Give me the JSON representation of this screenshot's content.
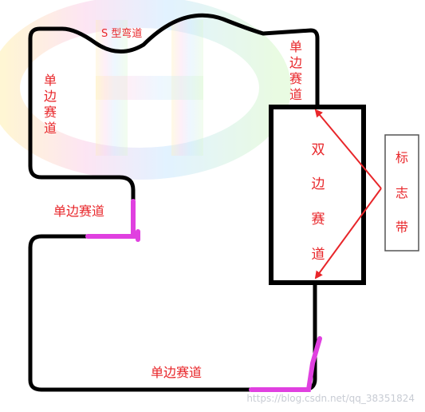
{
  "labels": {
    "s_curve": "S 型弯道",
    "single_top_right": [
      "单",
      "边",
      "赛",
      "道"
    ],
    "single_left": [
      "单",
      "边",
      "赛",
      "道"
    ],
    "single_mid": "单边赛道",
    "single_bottom": "单边赛道",
    "double_track": [
      "双",
      "边",
      "赛",
      "道"
    ],
    "marker_band": [
      "标",
      "志",
      "带"
    ]
  },
  "watermark": "https://blog.csdn.net/qq_38351824",
  "colors": {
    "track": "#000000",
    "label": "#e8262a",
    "arrow": "#e8262a",
    "marker_strip": "#e040e0",
    "box_border": "#000000"
  },
  "icons": [
    "arrow-icon"
  ]
}
